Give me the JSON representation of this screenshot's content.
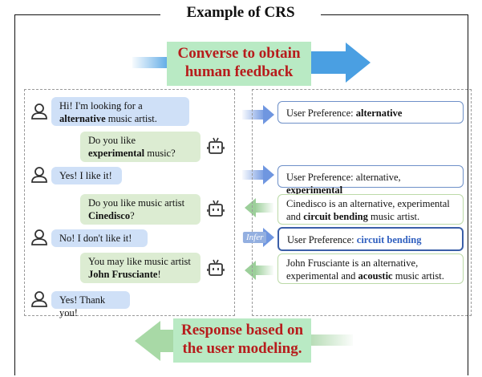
{
  "title": "Example of CRS",
  "top_banner": {
    "line1": "Converse to obtain",
    "line2": "human feedback"
  },
  "bottom_banner": {
    "line1": "Response based on",
    "line2": "the user modeling."
  },
  "infer_label": "Infer",
  "colors": {
    "banner_bg": "#b9eac4",
    "banner_text": "#b71c1c",
    "user_bubble": "#cfe0f7",
    "bot_bubble": "#dcecd2",
    "arrow_blue": "#6f96e0",
    "arrow_green": "#9ccf9a",
    "highlight": "#2f5fbf"
  },
  "conversation": [
    {
      "role": "user",
      "pre": "Hi! I'm looking for a ",
      "bold": "alternative",
      "post": " music artist."
    },
    {
      "role": "bot",
      "pre": "Do you like ",
      "bold": "experimental",
      "post": " music?"
    },
    {
      "role": "user",
      "pre": "Yes! I like it!",
      "bold": "",
      "post": ""
    },
    {
      "role": "bot",
      "pre": "Do you like music artist ",
      "bold": "Cinedisco",
      "post": "?"
    },
    {
      "role": "user",
      "pre": "No! I don't like it!",
      "bold": "",
      "post": ""
    },
    {
      "role": "bot",
      "pre": "You may like music artist ",
      "bold": "John Frusciante",
      "post": "!"
    },
    {
      "role": "user",
      "pre": "Yes! Thank you!",
      "bold": "",
      "post": ""
    }
  ],
  "preferences": {
    "p1": {
      "pre": "User Preference: ",
      "bold": "alternative"
    },
    "p2": {
      "pre": "User Preference: alternative, ",
      "bold": "experimental"
    },
    "p3": {
      "pre": "Cinedisco is an alternative, experimental and ",
      "bold": "circuit bending",
      "post": " music artist."
    },
    "p4": {
      "pre": "User Preference: ",
      "highlight": "circuit bending"
    },
    "p5": {
      "pre": "John Frusciante is an alternative, experimental and ",
      "bold": "acoustic",
      "post": " music artist."
    }
  },
  "icons": {
    "user": "user-person-icon",
    "bot": "robot-icon"
  }
}
